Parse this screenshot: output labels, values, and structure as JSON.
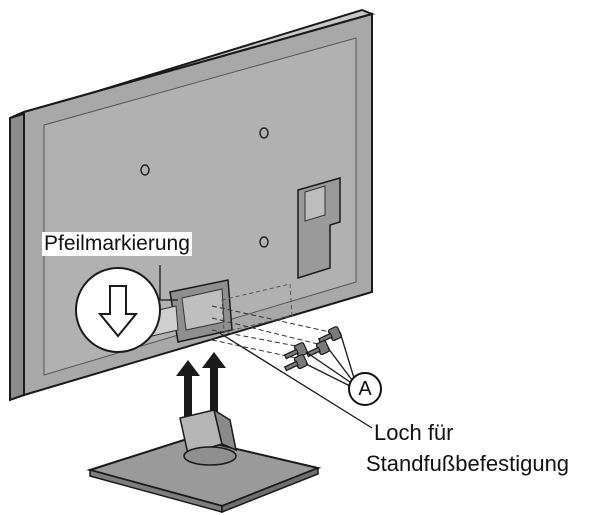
{
  "labels": {
    "arrow_marking": "Pfeilmarkierung",
    "hole_line1": "Loch für",
    "hole_line2": "Standfußbefestigung",
    "screw_marker": "A"
  },
  "colors": {
    "panel_fill": "#a8a8a8",
    "panel_dark": "#8c8c8c",
    "panel_light": "#c8c8c8",
    "stroke": "#1a1a1a",
    "stand_fill": "#9a9a9a",
    "background": "#ffffff"
  },
  "icons": [
    "down-arrow-icon",
    "up-arrow-icon",
    "screw-icon"
  ]
}
